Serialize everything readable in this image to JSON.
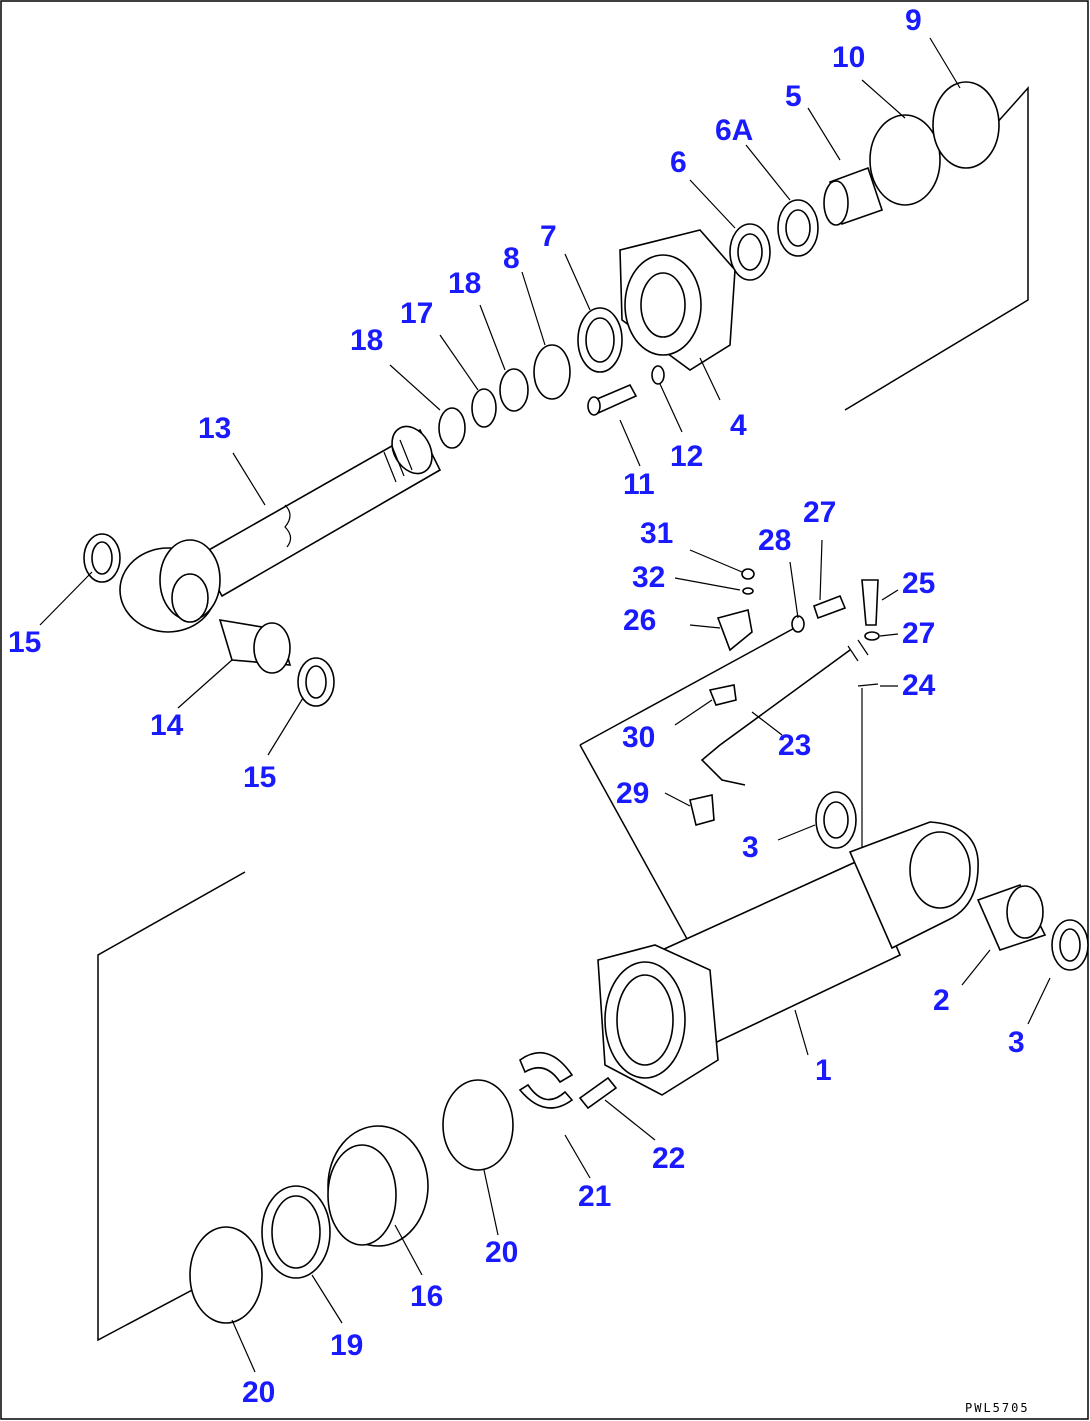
{
  "diagram": {
    "callouts": [
      "1",
      "2",
      "3",
      "3",
      "4",
      "5",
      "6",
      "6A",
      "7",
      "8",
      "9",
      "10",
      "11",
      "12",
      "13",
      "14",
      "15",
      "15",
      "16",
      "17",
      "18",
      "18",
      "19",
      "20",
      "20",
      "21",
      "22",
      "23",
      "24",
      "25",
      "26",
      "27",
      "27",
      "28",
      "29",
      "30",
      "31",
      "32"
    ],
    "drawing_code": "PWL5705"
  }
}
